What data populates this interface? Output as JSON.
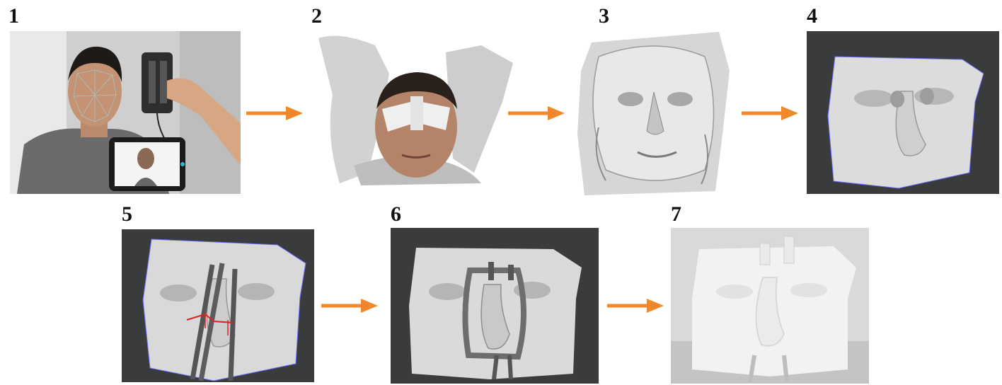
{
  "steps": [
    {
      "number": "1"
    },
    {
      "number": "2"
    },
    {
      "number": "3"
    },
    {
      "number": "4"
    },
    {
      "number": "5"
    },
    {
      "number": "6"
    },
    {
      "number": "7"
    }
  ],
  "colors": {
    "arrow": "#f0872a",
    "dark_background": "#3a3b3c",
    "mesh": "#d9d9d9",
    "guide": "#555555",
    "annotation": "#e02020"
  }
}
